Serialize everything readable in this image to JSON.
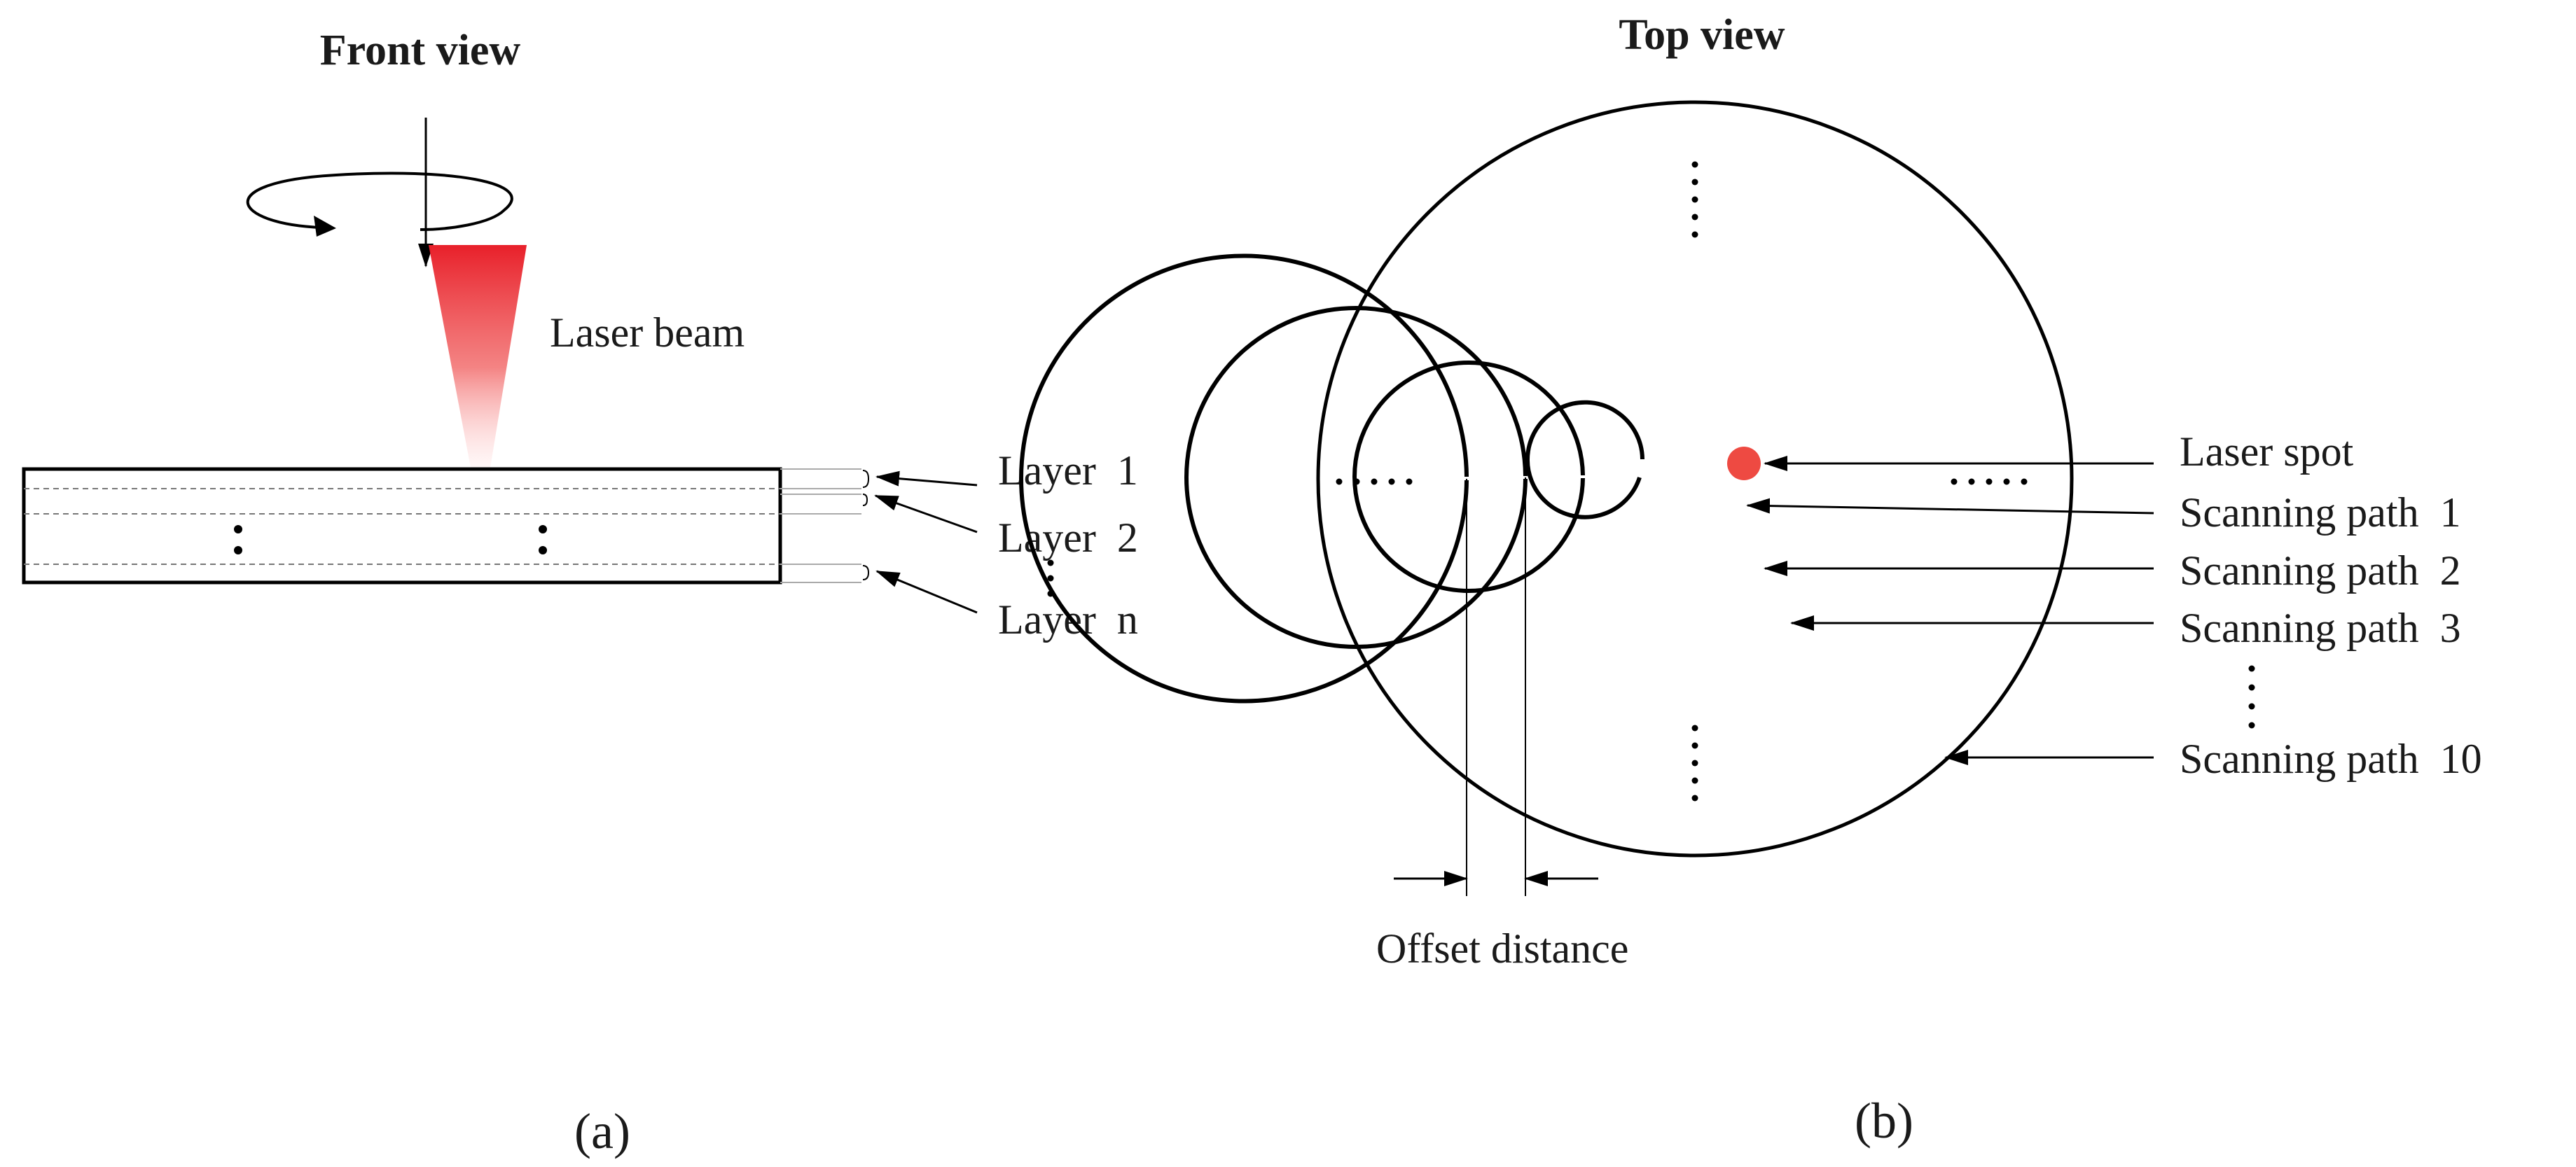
{
  "panel_a": {
    "title": "Front view",
    "beam_label": "Laser beam",
    "layers": [
      "Layer  1",
      "Layer  2",
      "Layer  n"
    ],
    "caption": "(a)"
  },
  "panel_b": {
    "title": "Top view",
    "labels": [
      "Laser spot",
      "Scanning path  1",
      "Scanning path  2",
      "Scanning path  3",
      "Scanning path  10"
    ],
    "offset_label": "Offset distance",
    "caption": "(b)"
  },
  "colors": {
    "laser": "#e8453c",
    "line": "#000000"
  }
}
